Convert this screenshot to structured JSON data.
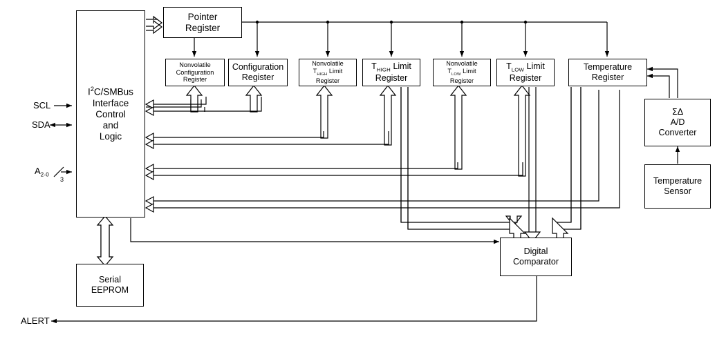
{
  "diagram": {
    "title": "Temperature sensor with I2C/SMBus interface block diagram",
    "stroke_color": "#000000",
    "background_color": "#ffffff"
  },
  "pins": [
    {
      "name": "scl",
      "label": "SCL",
      "direction": "input"
    },
    {
      "name": "sda",
      "label": "SDA",
      "direction": "bidirectional"
    },
    {
      "name": "address",
      "label_main": "A",
      "label_sub": "2-0",
      "bus_width": "3",
      "direction": "input"
    },
    {
      "name": "alert",
      "label": "ALERT",
      "direction": "output"
    }
  ],
  "blocks": {
    "interface": {
      "lines": [
        "I",
        "C/SMBus",
        "Interface",
        "Control",
        "and",
        "Logic"
      ],
      "l1a": "I",
      "l1sup": "2",
      "l1b": "C/SMBus",
      "l2": "Interface",
      "l3": "Control",
      "l4": "and",
      "l5": "Logic"
    },
    "pointer_register": {
      "l1": "Pointer",
      "l2": "Register"
    },
    "nv_config_register": {
      "l1": "Nonvolatile",
      "l2": "Configuration",
      "l3": "Register"
    },
    "config_register": {
      "l1": "Configuration",
      "l2": "Register"
    },
    "nv_thigh_limit_register": {
      "l1": "Nonvolatile",
      "l2a": "T",
      "l2sub": "HIGH",
      "l2b": " Limit",
      "l3": "Register"
    },
    "thigh_limit_register": {
      "l1a": "T",
      "l1sub": "HIGH",
      "l1b": " Limit",
      "l2": "Register"
    },
    "nv_tlow_limit_register": {
      "l1": "Nonvolatile",
      "l2a": "T",
      "l2sub": "LOW",
      "l2b": " Limit",
      "l3": "Register"
    },
    "tlow_limit_register": {
      "l1a": "T",
      "l1sub": "LOW",
      "l1b": " Limit",
      "l2": "Register"
    },
    "temperature_register": {
      "l1": "Temperature",
      "l2": "Register"
    },
    "ad_converter": {
      "l1": "ΣΔ",
      "l2": "A/D",
      "l3": "Converter"
    },
    "temperature_sensor": {
      "l1": "Temperature",
      "l2": "Sensor"
    },
    "digital_comparator": {
      "l1": "Digital",
      "l2": "Comparator"
    },
    "serial_eeprom": {
      "l1": "Serial",
      "l2": "EEPROM"
    }
  }
}
